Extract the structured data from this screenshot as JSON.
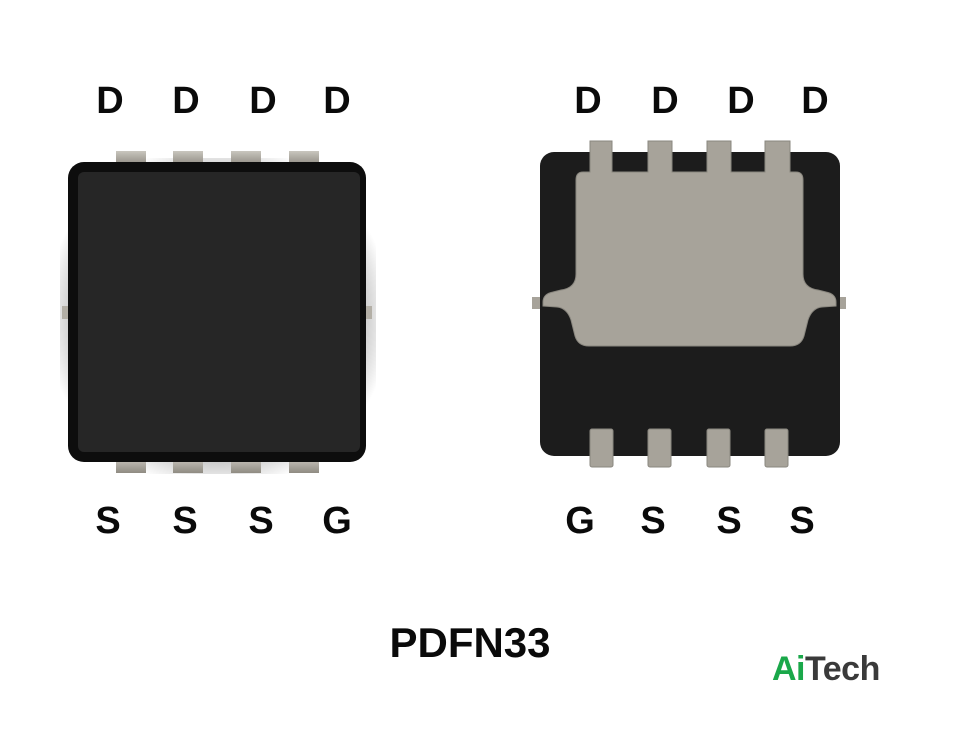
{
  "top_view": {
    "top_pins": [
      "D",
      "D",
      "D",
      "D"
    ],
    "bottom_pins": [
      "S",
      "S",
      "S",
      "G"
    ]
  },
  "bottom_view": {
    "top_pins": [
      "D",
      "D",
      "D",
      "D"
    ],
    "bottom_pins": [
      "G",
      "S",
      "S",
      "S"
    ]
  },
  "package_name": "PDFN33",
  "brand": {
    "part1": "Ai",
    "part2": "Tech"
  },
  "colors": {
    "package_body": "#1c1c1c",
    "pad_metal": "#a7a39a",
    "brand_green": "#1aa84a",
    "brand_dark": "#3a3a3a"
  }
}
